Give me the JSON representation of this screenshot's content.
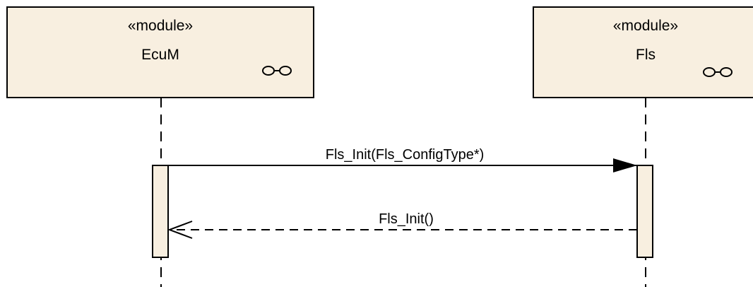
{
  "colors": {
    "lifeline_fill": "#f8efe0",
    "stroke": "#000000",
    "background": "#ffffff"
  },
  "lifelines": [
    {
      "stereotype": "«module»",
      "name": "EcuM",
      "icon": "component-instance-icon"
    },
    {
      "stereotype": "«module»",
      "name": "Fls",
      "icon": "component-instance-icon"
    }
  ],
  "messages": [
    {
      "label": "Fls_Init(Fls_ConfigType*)",
      "kind": "synchronous-call",
      "from": "EcuM",
      "to": "Fls"
    },
    {
      "label": "Fls_Init()",
      "kind": "return",
      "from": "Fls",
      "to": "EcuM"
    }
  ]
}
